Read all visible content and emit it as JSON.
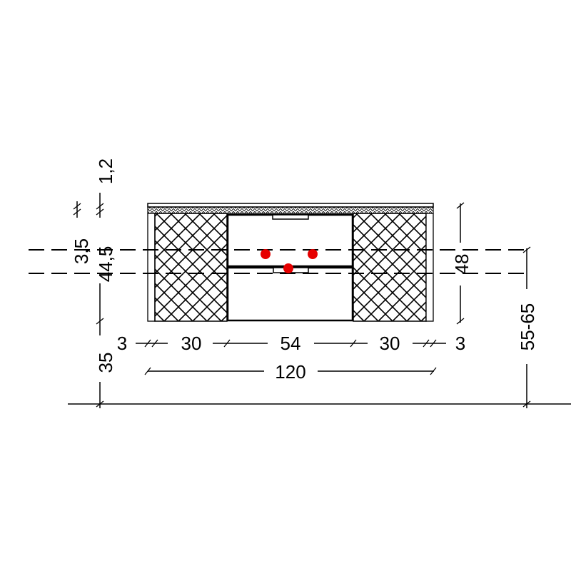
{
  "title": "Cabinet elevation drawing",
  "dimensions": {
    "countertop_thickness": "1,2",
    "top_offset": "3,5",
    "body_height": "44,5",
    "floor_clearance": "35",
    "side_left": "3",
    "panel_left": "30",
    "center": "54",
    "panel_right": "30",
    "side_right": "3",
    "total_width": "120",
    "total_height": "48",
    "mount_height": "55-65"
  },
  "colors": {
    "markers": "#e60000",
    "lines": "#000000"
  }
}
